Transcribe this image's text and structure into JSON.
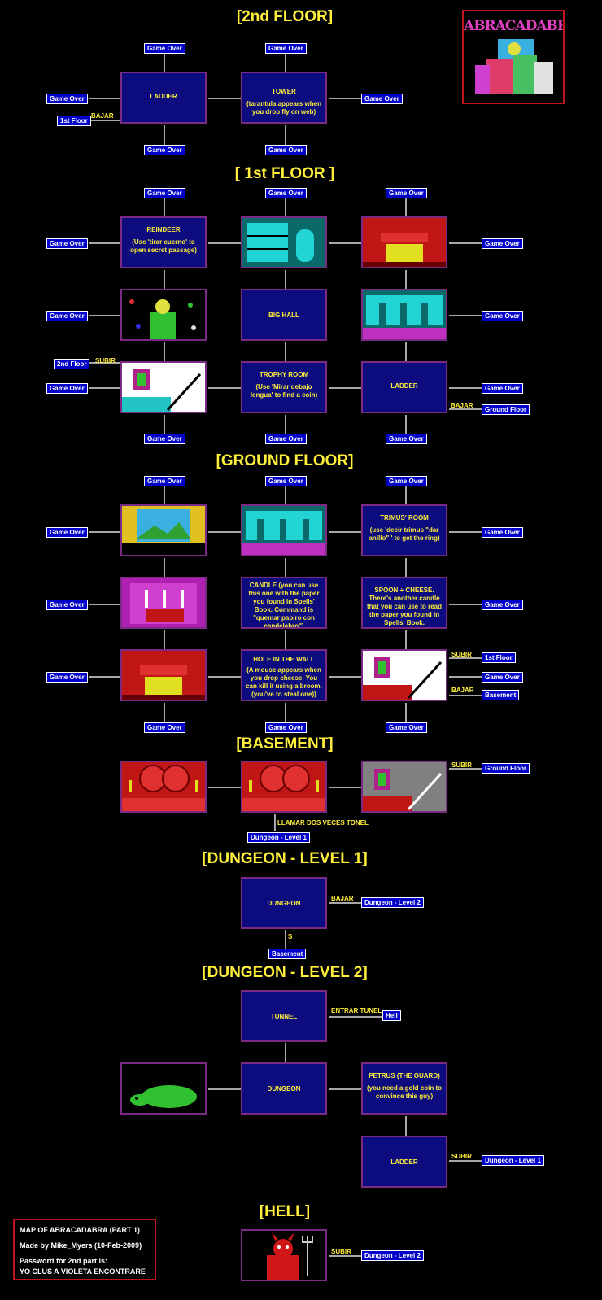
{
  "floors": {
    "second": "[2nd FLOOR]",
    "first": "[ 1st FLOOR ]",
    "ground": "[GROUND FLOOR]",
    "basement": "[BASEMENT]",
    "dungeon1": "[DUNGEON - LEVEL 1]",
    "dungeon2": "[DUNGEON - LEVEL 2]",
    "hell": "[HELL]"
  },
  "rooms": {
    "ladder2": {
      "name": "LADDER"
    },
    "tower": {
      "name": "TOWER",
      "note": "(tarantula appears when you drop fly on web)"
    },
    "reindeer": {
      "name": "REINDEER",
      "note": "(Use 'tirar cuerno' to open secret passage)"
    },
    "big_hall": {
      "name": "BIG HALL"
    },
    "trophy": {
      "name": "TROPHY ROOM",
      "note": "(Use 'Mirar debajo lengua' to find a coin)"
    },
    "ladder1": {
      "name": "LADDER"
    },
    "trimus": {
      "name": "TRIMUS' ROOM",
      "note": "(use 'decir trimus \"dar anillo\" ' to get the ring)"
    },
    "candle": {
      "name": "CANDLE (you can use this one with the paper you found in Spells' Book. Command is \"quemar papiro con candelabro\")"
    },
    "spoon": {
      "name": "SPOON + CHEESE. There's another candle that you can use to read the paper you found in Spells' Book."
    },
    "hole": {
      "name": "HOLE IN THE WALL",
      "note": "(A mouse appears when you drop cheese. You can kill it using a broom. (you've to steal one))"
    },
    "dungeon1": {
      "name": "DUNGEON"
    },
    "tunnel": {
      "name": "TUNNEL"
    },
    "dungeon2": {
      "name": "DUNGEON"
    },
    "petrus": {
      "name": "PETRUS (THE GUARD)",
      "note": "(you need a gold coin to convince this guy)"
    },
    "ladder_d2": {
      "name": "LADDER"
    }
  },
  "tags": {
    "game_over": "Game Over",
    "first_floor": "1st Floor",
    "second_floor": "2nd Floor",
    "ground_floor": "Ground Floor",
    "basement": "Basement",
    "dungeon_l1": "Dungeon - Level 1",
    "dungeon_l2": "Dungeon - Level 2",
    "hell": "Hell"
  },
  "labels": {
    "bajar": "BAJAR",
    "subir": "SUBIR",
    "llamar": "LLAMAR DOS VECES TONEL",
    "s": "S",
    "entrar": "ENTRAR TUNEL"
  },
  "logo": {
    "text": "ABRACADABRA"
  },
  "credit": {
    "title": "MAP OF ABRACADABRA (PART 1)",
    "author": "Made by Mike_Myers (10-Feb-2009)",
    "password_label": "Password for 2nd part is:",
    "password": "YO CLUS A VIOLETA ENCONTRARE"
  },
  "colors": {
    "box_fill": "#0c0c7e",
    "box_border": "#7a2a85",
    "title": "#ffef3a",
    "tag_fill": "#0000c8",
    "frame": "#c0141c"
  }
}
